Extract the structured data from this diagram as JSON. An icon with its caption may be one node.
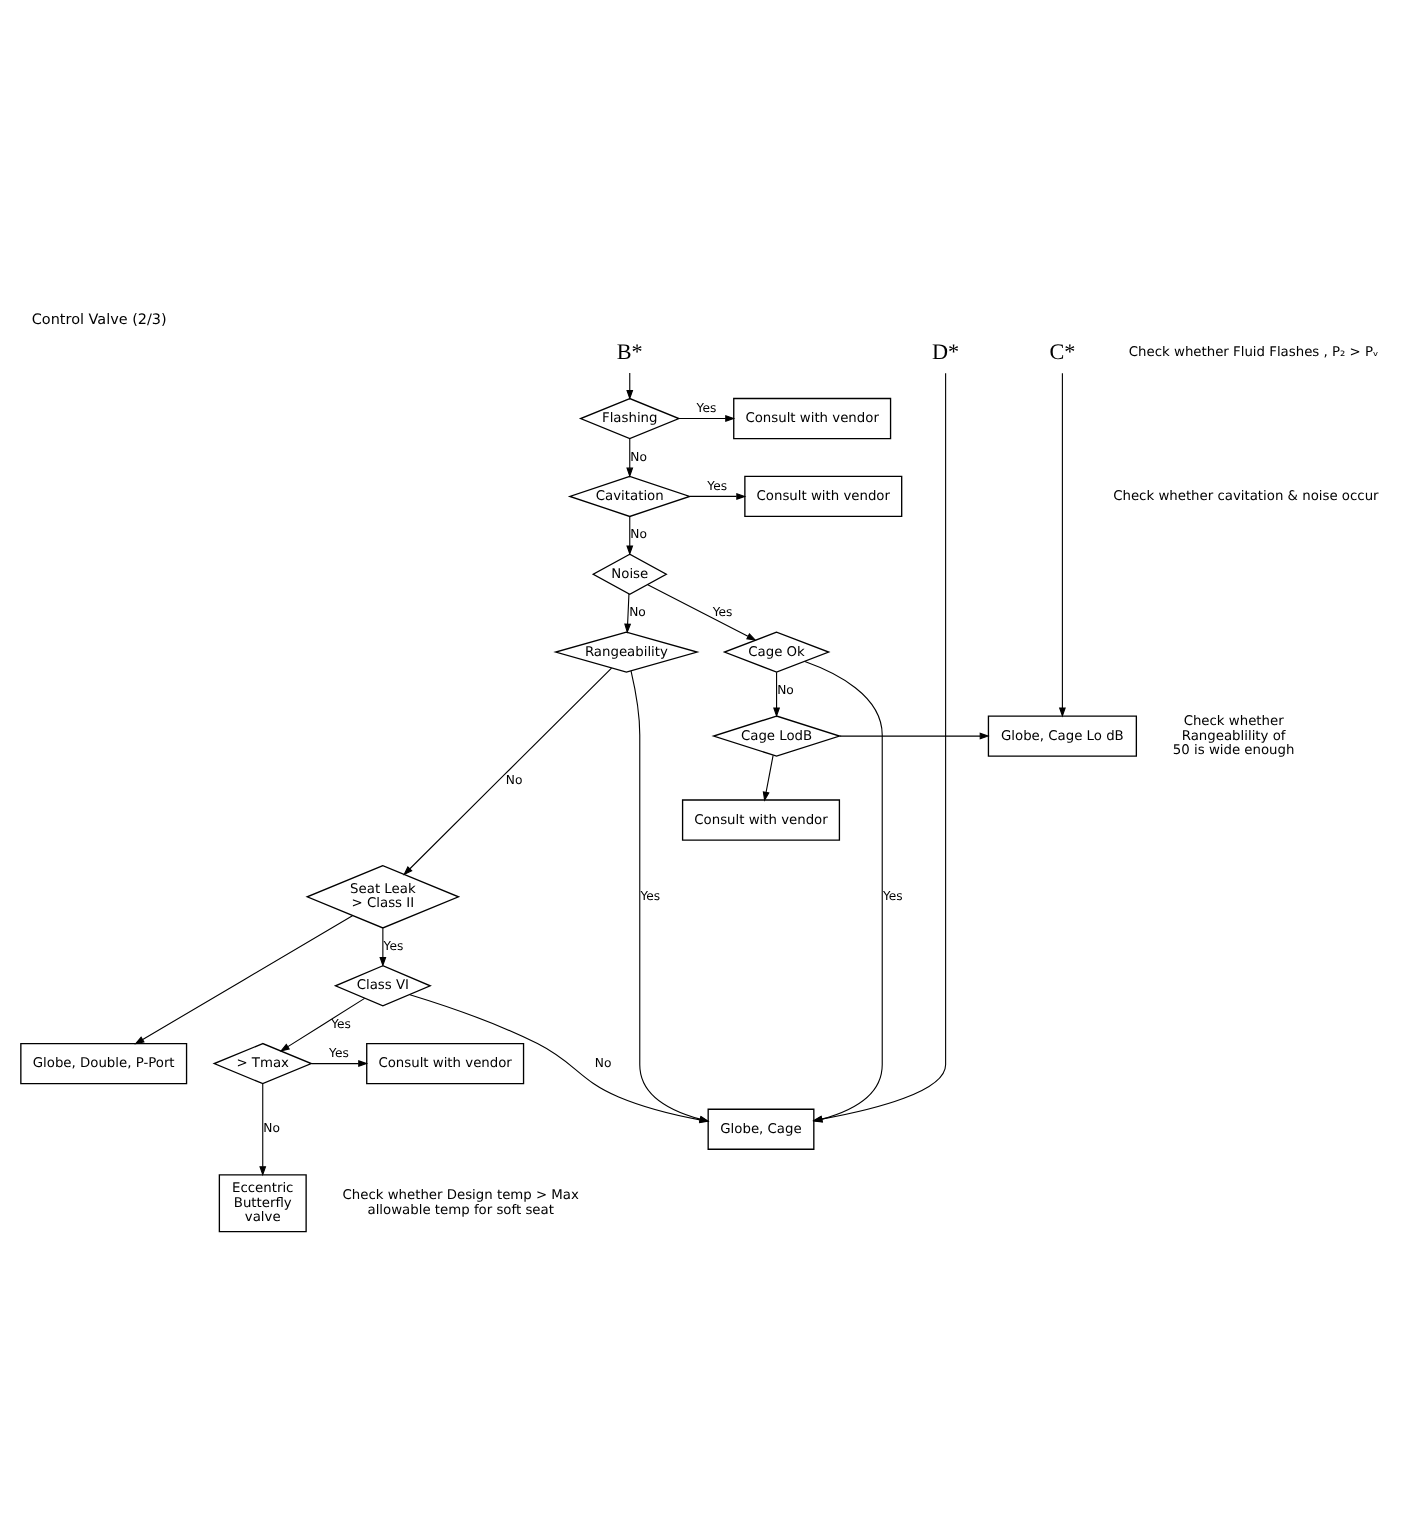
{
  "diagram": {
    "title": "Control Valve (2/3)",
    "nodes": [
      {
        "text": [
          "B*"
        ]
      },
      {
        "text": [
          "C*"
        ]
      },
      {
        "text": [
          "D*"
        ]
      },
      {
        "text": [
          "Flashing"
        ]
      },
      {
        "text": [
          "Consult with vendor"
        ]
      },
      {
        "text": [
          "Cavitation"
        ]
      },
      {
        "text": [
          "Consult with vendor"
        ]
      },
      {
        "text": [
          "Noise"
        ]
      },
      {
        "text": [
          "Cage Ok"
        ]
      },
      {
        "text": [
          "Rangeability"
        ]
      },
      {
        "text": [
          "Cage LodB"
        ]
      },
      {
        "text": [
          "Globe, Cage Lo dB"
        ]
      },
      {
        "text": [
          "Consult with vendor"
        ]
      },
      {
        "text": [
          "Seat Leak > Class II"
        ]
      },
      {
        "text": [
          "Class VI"
        ]
      },
      {
        "text": [
          "> Tmax"
        ]
      },
      {
        "text": [
          "Globe, Double, P-Port"
        ]
      },
      {
        "text": [
          "Consult with vendor"
        ]
      },
      {
        "text": [
          "Globe, Cage"
        ]
      },
      {
        "text": [
          "Eccentric Butterfly valve"
        ]
      }
    ],
    "edges": [
      {
        "from": 0,
        "to": 3,
        "arrow": "to"
      },
      {
        "from": 3,
        "to": 4,
        "arrow": "to",
        "label": "Yes"
      },
      {
        "from": 3,
        "to": 5,
        "arrow": "to",
        "label": "No"
      },
      {
        "from": 5,
        "to": 6,
        "arrow": "to",
        "label": "Yes"
      },
      {
        "from": 5,
        "to": 7,
        "arrow": "to",
        "label": "No"
      },
      {
        "from": 7,
        "to": 8,
        "arrow": "to",
        "label": "Yes"
      },
      {
        "from": 7,
        "to": 9,
        "arrow": "to",
        "label": "No"
      },
      {
        "from": 8,
        "to": 18,
        "arrow": "to",
        "label": "Yes"
      },
      {
        "from": 8,
        "to": 10,
        "arrow": "to",
        "label": "No"
      },
      {
        "from": 9,
        "to": 18,
        "arrow": "to",
        "label": "Yes"
      },
      {
        "from": 9,
        "to": 13,
        "arrow": "to",
        "label": "No"
      },
      {
        "from": 1,
        "to": 11,
        "arrow": "to"
      },
      {
        "from": 10,
        "to": 11,
        "arrow": "to"
      },
      {
        "from": 10,
        "to": 12,
        "arrow": "to"
      },
      {
        "from": 2,
        "to": 18,
        "arrow": "to"
      },
      {
        "from": 13,
        "to": 14,
        "arrow": "to",
        "label": "Yes"
      },
      {
        "from": 13,
        "to": 16,
        "arrow": "to"
      },
      {
        "from": 14,
        "to": 15,
        "arrow": "to",
        "label": "Yes"
      },
      {
        "from": 14,
        "to": 18,
        "arrow": "to",
        "label": "No"
      },
      {
        "from": 15,
        "to": 17,
        "arrow": "to",
        "label": "Yes"
      },
      {
        "from": 15,
        "to": 19,
        "arrow": "to",
        "label": "No"
      }
    ],
    "labels": [
      "Check whether Fluid Flashes , P₂ > Pᵥ",
      "Check whether cavitation & noise occur",
      "Check whether Rangeablility of 50 is wide enough",
      "Check whether Design temp > Max allowable temp for soft seat"
    ]
  }
}
